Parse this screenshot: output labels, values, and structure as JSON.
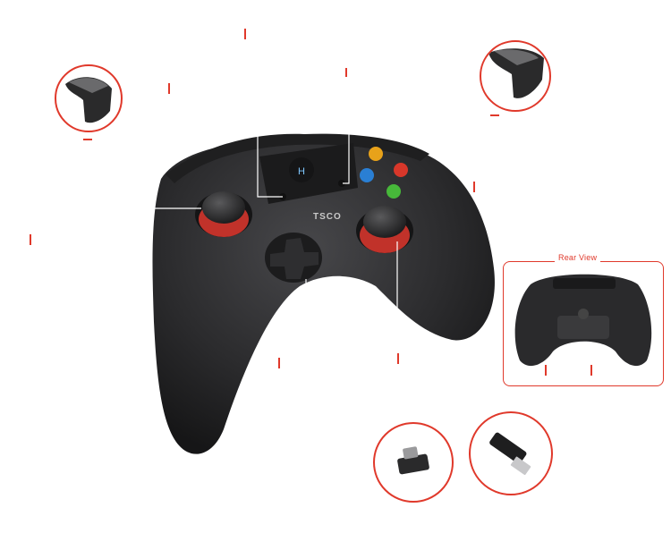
{
  "brand": {
    "logo_text": "TSCO"
  },
  "rear_view": {
    "label": "Rear View"
  },
  "accessories": [
    "otg-adapter",
    "usb-dongle"
  ],
  "colors": {
    "accent": "#e0392b",
    "controller_body": "#2b2b2d",
    "button_y": "#e8a21a",
    "button_b": "#d8372a",
    "button_x": "#2a7fd4",
    "button_a": "#47b83a"
  }
}
